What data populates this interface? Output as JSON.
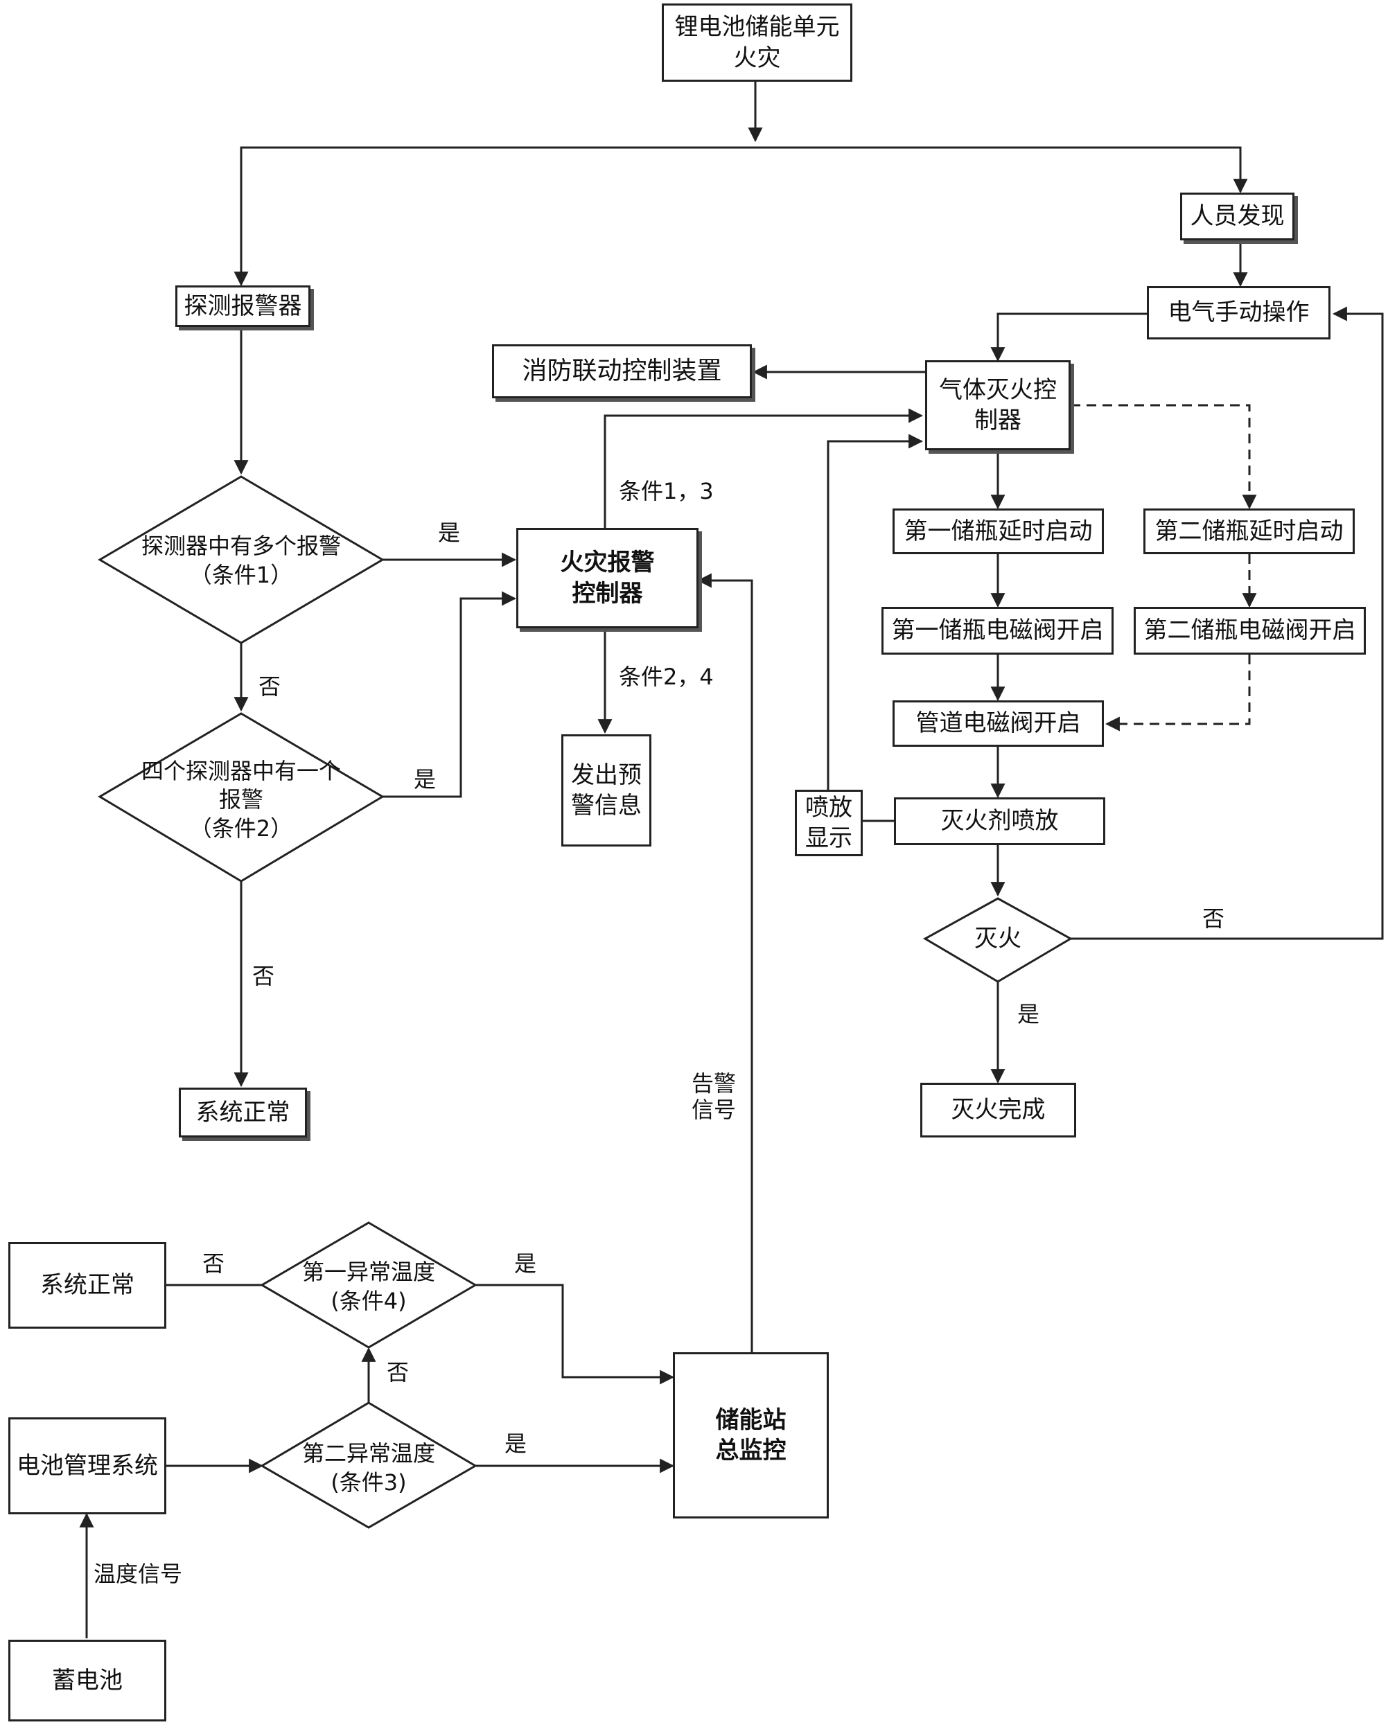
{
  "nodes": {
    "fire_start": [
      "锂电池储能单元",
      "火灾"
    ],
    "detector_alarm": "探测报警器",
    "person_found": "人员发现",
    "manual_op": "电气手动操作",
    "fire_linkage": "消防联动控制装置",
    "gas_controller": [
      "气体灭火控",
      "制器"
    ],
    "bottle1_delay": "第一储瓶延时启动",
    "bottle2_delay": "第二储瓶延时启动",
    "bottle1_valve": "第一储瓶电磁阀开启",
    "bottle2_valve": "第二储瓶电磁阀开启",
    "pipe_valve": "管道电磁阀开启",
    "agent_spray": "灭火剂喷放",
    "spray_display": [
      "喷放",
      "显示"
    ],
    "extinguish_decision": "灭火",
    "extinguish_done": "灭火完成",
    "multi_alarm_decision": [
      "探测器中有多个报警",
      "（条件1）"
    ],
    "one_alarm_decision": [
      "四个探测器中有一个",
      "报警",
      "（条件2）"
    ],
    "fire_alarm_controller": [
      "火灾报警",
      "控制器"
    ],
    "warning_info": [
      "发出预",
      "警信息"
    ],
    "system_normal_1": "系统正常",
    "system_normal_2": "系统正常",
    "temp1_decision": [
      "第一异常温度",
      "(条件4)"
    ],
    "temp2_decision": [
      "第二异常温度",
      "(条件3)"
    ],
    "bms": "电池管理系统",
    "station_monitor": [
      "储能站",
      "总监控"
    ],
    "battery": "蓄电池"
  },
  "labels": {
    "yes_multi": "是",
    "no_multi": "否",
    "yes_one": "是",
    "no_one": "否",
    "cond13": "条件1，3",
    "cond24": "条件2，4",
    "alarm_signal": [
      "告警",
      "信号"
    ],
    "no_temp1": "否",
    "yes_temp1": "是",
    "no_temp2": "否",
    "yes_temp2": "是",
    "temp_signal": "温度信号",
    "no_extinguish": "否",
    "yes_extinguish": "是"
  }
}
